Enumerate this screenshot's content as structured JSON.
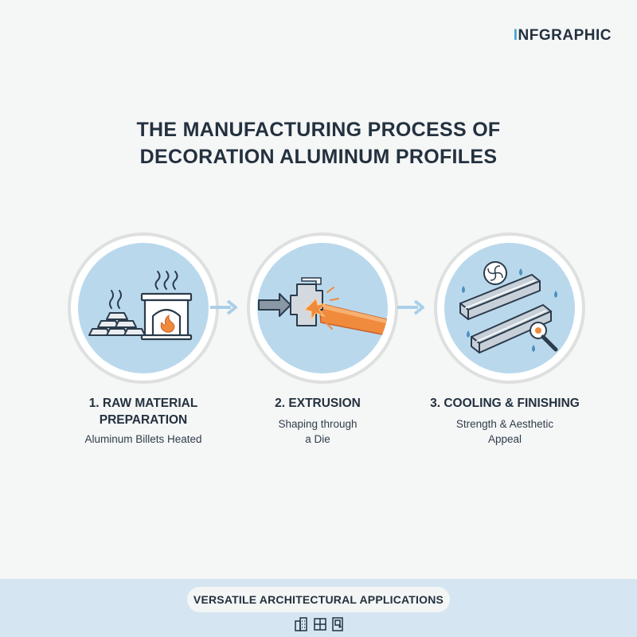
{
  "brand": {
    "first_letter": "I",
    "rest": "NFGRAPHIC"
  },
  "title": {
    "line1": "THE MANUFACTURING PROCESS OF",
    "line2": "DECORATION ALUMINUM PROFILES"
  },
  "steps": [
    {
      "heading_line1": "1. RAW MATERIAL",
      "heading_line2": "PREPARATION",
      "caption_line1": "Aluminum Billets Heated",
      "caption_line2": "",
      "icon": "gold-billets-furnace-icon"
    },
    {
      "heading_line1": "2. EXTRUSION",
      "heading_line2": "",
      "caption_line1": "Shaping through",
      "caption_line2": "a Die",
      "icon": "extrusion-die-icon"
    },
    {
      "heading_line1": "3. COOLING & FINISHING",
      "heading_line2": "",
      "caption_line1": "Strength & Aesthetic",
      "caption_line2": "Appeal",
      "icon": "cooling-profiles-icon"
    }
  ],
  "footer": {
    "banner": "VERSATILE ARCHITECTURAL APPLICATIONS",
    "icons": [
      "building-icon",
      "window-icon",
      "door-icon"
    ]
  },
  "colors": {
    "accent": "#4aa3d8",
    "disc": "#b9d8ec",
    "extrusion_bar": "#f08a3c",
    "footer_band": "#d5e6f2"
  }
}
